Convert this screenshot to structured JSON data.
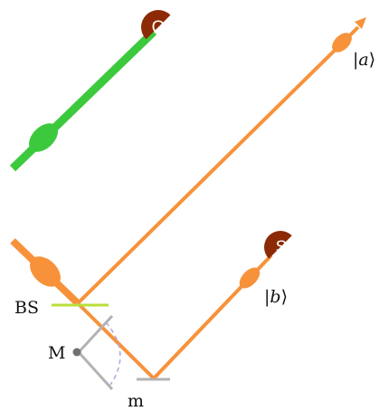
{
  "colors": {
    "orange_beam": "#f7923a",
    "green_beam": "#3dc93d",
    "detector_fill": "#8c2a05",
    "beam_splitter": "#b8df3a",
    "mirror_grey": "#b3b3b3",
    "pivot_dark": "#707070",
    "dashed_arc": "#b8a7d9",
    "label_text": "#111111"
  },
  "icons": {
    "detector": "detector-half-disc-icon",
    "wavepacket": "wavepacket-icon",
    "arrowhead": "arrowhead-icon"
  },
  "labels": {
    "detector_q": "Q",
    "detector_s": "S",
    "beam_splitter": "BS",
    "movable_mirror": "M",
    "fixed_mirror": "m",
    "ket_a": "a",
    "ket_b": "b",
    "ket_open": "|",
    "ket_close": "⟩"
  }
}
